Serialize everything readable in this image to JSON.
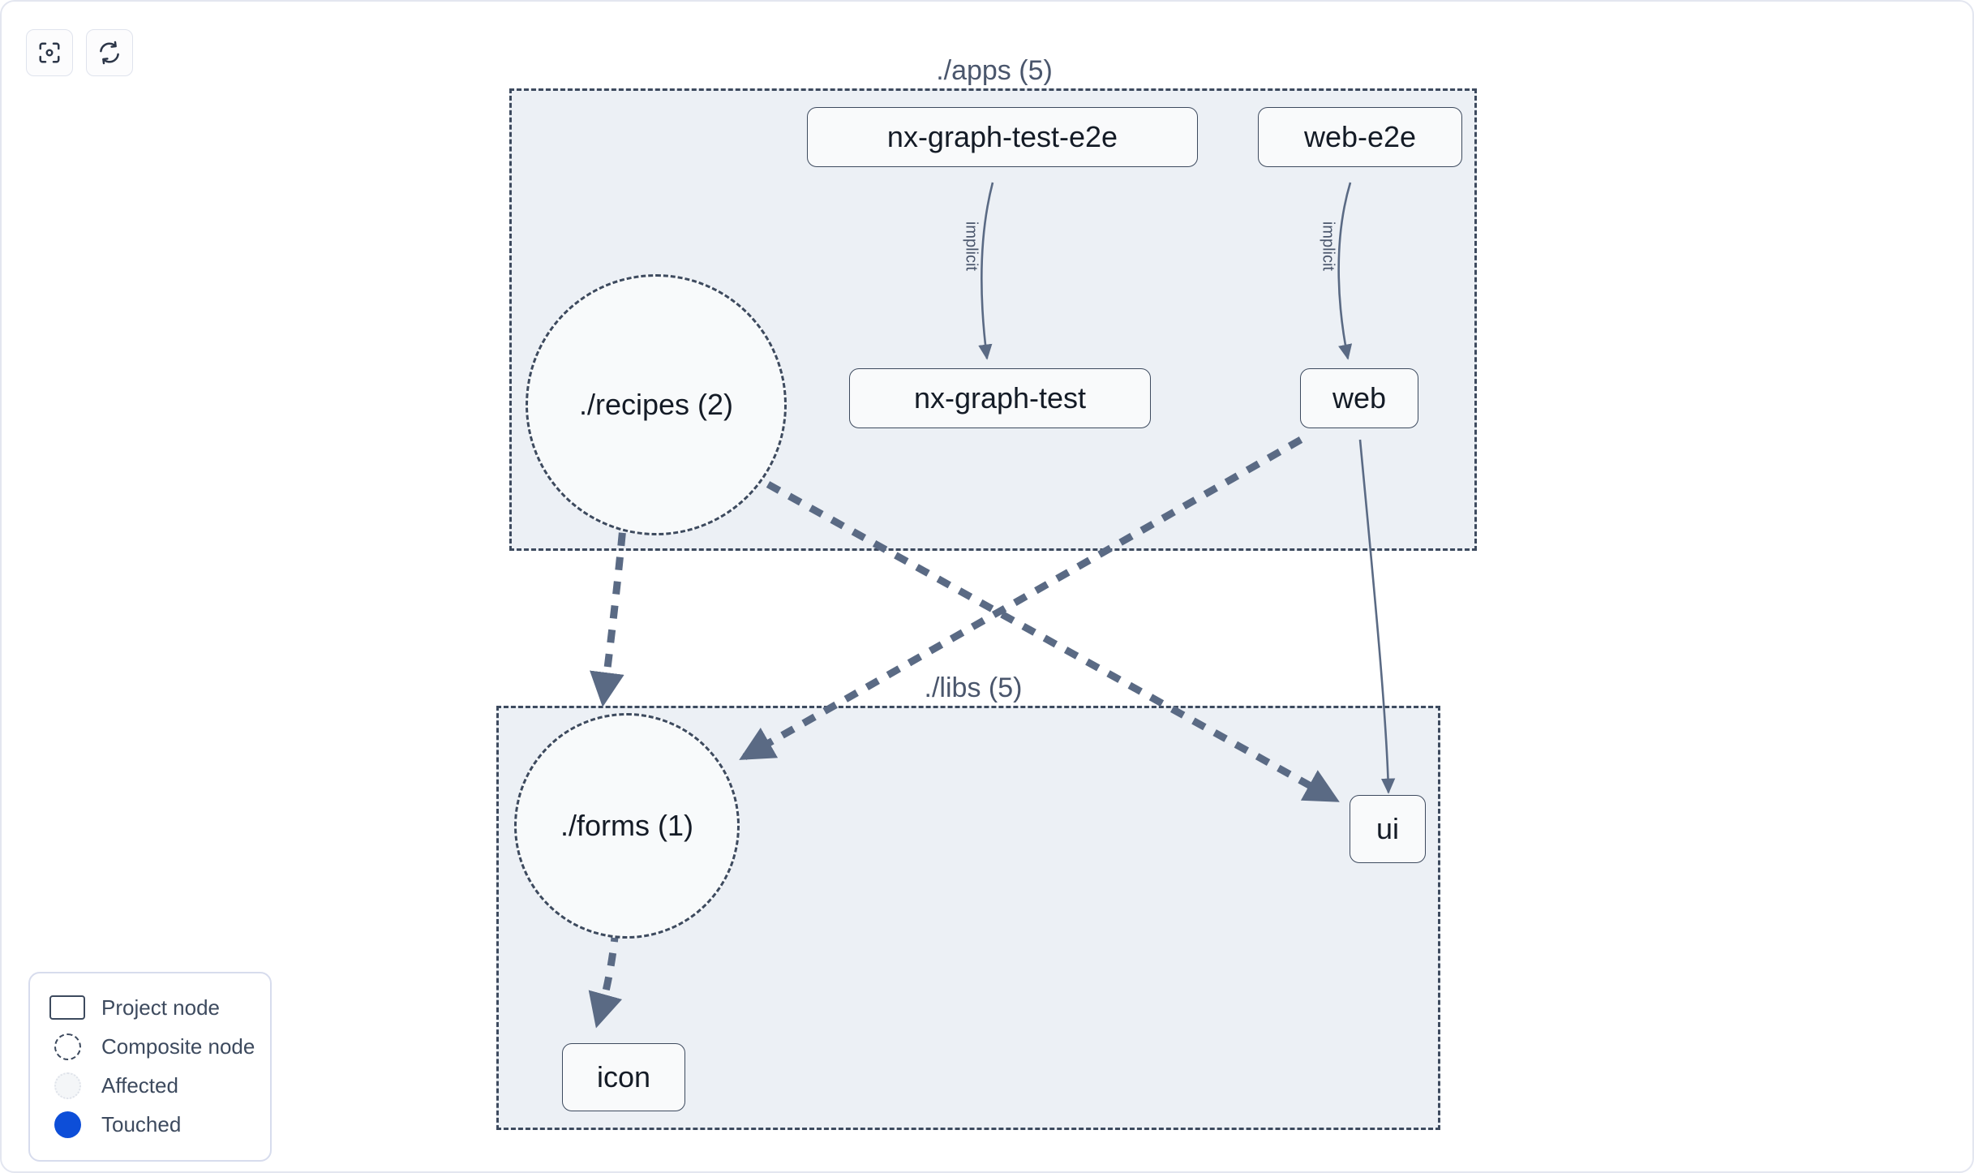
{
  "toolbar": {
    "buttons": [
      {
        "name": "focus-graph-button",
        "icon": "focus-target-icon",
        "label": ""
      },
      {
        "name": "refresh-graph-button",
        "icon": "refresh-icon",
        "label": ""
      }
    ]
  },
  "graph": {
    "groups": [
      {
        "id": "apps",
        "label": "./apps (5)",
        "count": 5
      },
      {
        "id": "libs",
        "label": "./libs (5)",
        "count": 5
      }
    ],
    "nodes": [
      {
        "id": "nx-graph-test-e2e",
        "label": "nx-graph-test-e2e",
        "type": "project",
        "group": "apps"
      },
      {
        "id": "web-e2e",
        "label": "web-e2e",
        "type": "project",
        "group": "apps"
      },
      {
        "id": "nx-graph-test",
        "label": "nx-graph-test",
        "type": "project",
        "group": "apps"
      },
      {
        "id": "web",
        "label": "web",
        "type": "project",
        "group": "apps"
      },
      {
        "id": "recipes",
        "label": "./recipes (2)",
        "type": "composite",
        "group": "apps"
      },
      {
        "id": "forms",
        "label": "./forms (1)",
        "type": "composite",
        "group": "libs"
      },
      {
        "id": "ui",
        "label": "ui",
        "type": "project",
        "group": "libs"
      },
      {
        "id": "icon",
        "label": "icon",
        "type": "project",
        "group": "libs"
      }
    ],
    "edges": [
      {
        "from": "nx-graph-test-e2e",
        "to": "nx-graph-test",
        "label": "implicit",
        "style": "solid"
      },
      {
        "from": "web-e2e",
        "to": "web",
        "label": "implicit",
        "style": "solid"
      },
      {
        "from": "web",
        "to": "ui",
        "label": "",
        "style": "solid"
      },
      {
        "from": "recipes",
        "to": "forms",
        "label": "",
        "style": "dashed"
      },
      {
        "from": "recipes",
        "to": "ui",
        "label": "",
        "style": "dashed"
      },
      {
        "from": "web",
        "to": "forms",
        "label": "",
        "style": "dashed"
      },
      {
        "from": "forms",
        "to": "icon",
        "label": "",
        "style": "dashed"
      }
    ]
  },
  "legend": {
    "items": [
      {
        "key": "project",
        "label": "Project node"
      },
      {
        "key": "composite",
        "label": "Composite node"
      },
      {
        "key": "affected",
        "label": "Affected"
      },
      {
        "key": "touched",
        "label": "Touched"
      }
    ]
  },
  "colors": {
    "edge": "#5a6a84",
    "node_border": "#3d4a5e",
    "node_fill": "#f9fafb",
    "group_fill": "#ecf0f5",
    "text": "#141b26",
    "muted_text": "#4a566c",
    "touched": "#0d4ed8",
    "panel_border": "#d7dced"
  }
}
